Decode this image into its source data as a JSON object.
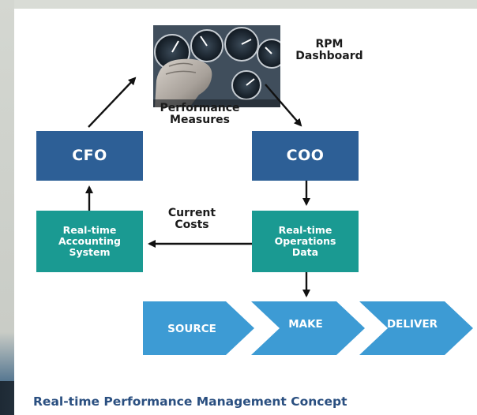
{
  "diagram": {
    "photo_label_line1": "RPM",
    "photo_label_line2": "Dashboard",
    "performance_line1": "Performance",
    "performance_line2": "Measures",
    "cfo": "CFO",
    "coo": "COO",
    "accounting_line1": "Real-time",
    "accounting_line2": "Accounting",
    "accounting_line3": "System",
    "operations_line1": "Real-time",
    "operations_line2": "Operations",
    "operations_line3": "Data",
    "costs_line1": "Current",
    "costs_line2": "Costs",
    "chevrons": [
      "SOURCE",
      "MAKE",
      "DELIVER"
    ]
  },
  "caption": "Real-time Performance Management Concept",
  "colors": {
    "role_box": "#2d5f96",
    "system_box": "#1a9a92",
    "chevron": "#3d9bd4",
    "caption_text": "#2a4f80"
  }
}
